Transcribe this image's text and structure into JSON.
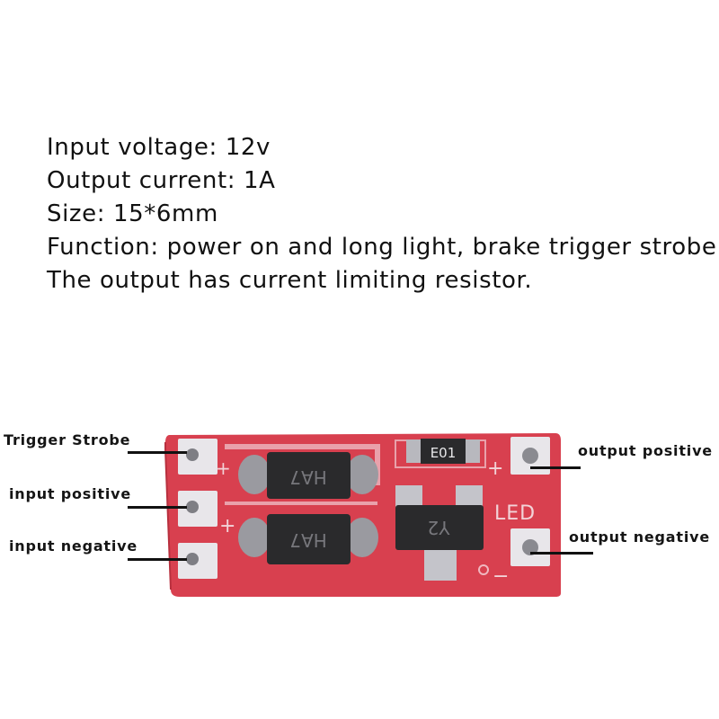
{
  "specs": {
    "input_voltage": "Input voltage: 12v",
    "output_current": "Output current: 1A",
    "size": "Size: 15*6mm",
    "function": "Function: power on and long light, brake trigger strobe",
    "note": "The output has current limiting resistor."
  },
  "pins": {
    "trigger_strobe": "Trigger Strobe",
    "input_positive": "input positive",
    "input_negative": "input negative",
    "output_positive": "output positive",
    "output_negative": "output negative"
  },
  "board": {
    "diode_marking": "HA7",
    "resistor_marking": "E01",
    "transistor_marking": "Y2",
    "silkscreen_label": "LED",
    "pcb_color": "#d8404f",
    "pad_color": "#e8e6ea",
    "component_color": "#2a2a2c"
  }
}
